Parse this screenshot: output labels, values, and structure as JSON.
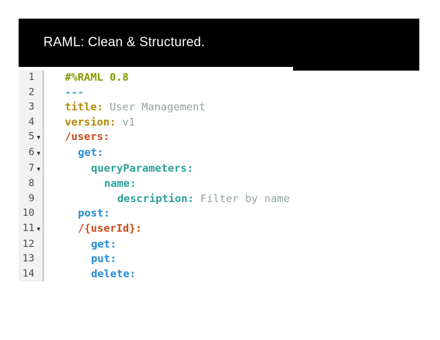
{
  "slide": {
    "title": "RAML: Clean & Structured."
  },
  "editor": {
    "fold_icon": "▼",
    "colors": {
      "green": "#859900",
      "cyan": "#3aa9bd",
      "yellow": "#b58900",
      "orange": "#cb4b16",
      "blue": "#268bd2",
      "teal": "#2aa198",
      "gray": "#93a1a1"
    },
    "lines": [
      {
        "num": "1",
        "fold": false,
        "indent": 0,
        "tokens": [
          {
            "text": "#%RAML 0.8",
            "color": "green"
          }
        ]
      },
      {
        "num": "2",
        "fold": false,
        "indent": 0,
        "tokens": [
          {
            "text": "---",
            "color": "cyan"
          }
        ]
      },
      {
        "num": "3",
        "fold": false,
        "indent": 0,
        "tokens": [
          {
            "text": "title:",
            "color": "yellow"
          },
          {
            "text": " User Management",
            "color": "gray"
          }
        ]
      },
      {
        "num": "4",
        "fold": false,
        "indent": 0,
        "tokens": [
          {
            "text": "version:",
            "color": "yellow"
          },
          {
            "text": " v1",
            "color": "gray"
          }
        ]
      },
      {
        "num": "5",
        "fold": true,
        "indent": 0,
        "tokens": [
          {
            "text": "/users:",
            "color": "orange"
          }
        ]
      },
      {
        "num": "6",
        "fold": true,
        "indent": 1,
        "tokens": [
          {
            "text": "get:",
            "color": "blue"
          }
        ]
      },
      {
        "num": "7",
        "fold": true,
        "indent": 2,
        "tokens": [
          {
            "text": "queryParameters:",
            "color": "teal"
          }
        ]
      },
      {
        "num": "8",
        "fold": false,
        "indent": 3,
        "tokens": [
          {
            "text": "name:",
            "color": "teal"
          }
        ]
      },
      {
        "num": "9",
        "fold": false,
        "indent": 4,
        "tokens": [
          {
            "text": "description:",
            "color": "teal"
          },
          {
            "text": " Filter by name",
            "color": "gray"
          }
        ]
      },
      {
        "num": "10",
        "fold": false,
        "indent": 1,
        "tokens": [
          {
            "text": "post:",
            "color": "blue"
          }
        ]
      },
      {
        "num": "11",
        "fold": true,
        "indent": 1,
        "tokens": [
          {
            "text": "/{userId}:",
            "color": "orange"
          }
        ]
      },
      {
        "num": "12",
        "fold": false,
        "indent": 2,
        "tokens": [
          {
            "text": "get:",
            "color": "blue"
          }
        ]
      },
      {
        "num": "13",
        "fold": false,
        "indent": 2,
        "tokens": [
          {
            "text": "put:",
            "color": "blue"
          }
        ]
      },
      {
        "num": "14",
        "fold": false,
        "indent": 2,
        "tokens": [
          {
            "text": "delete:",
            "color": "blue"
          }
        ]
      }
    ]
  }
}
